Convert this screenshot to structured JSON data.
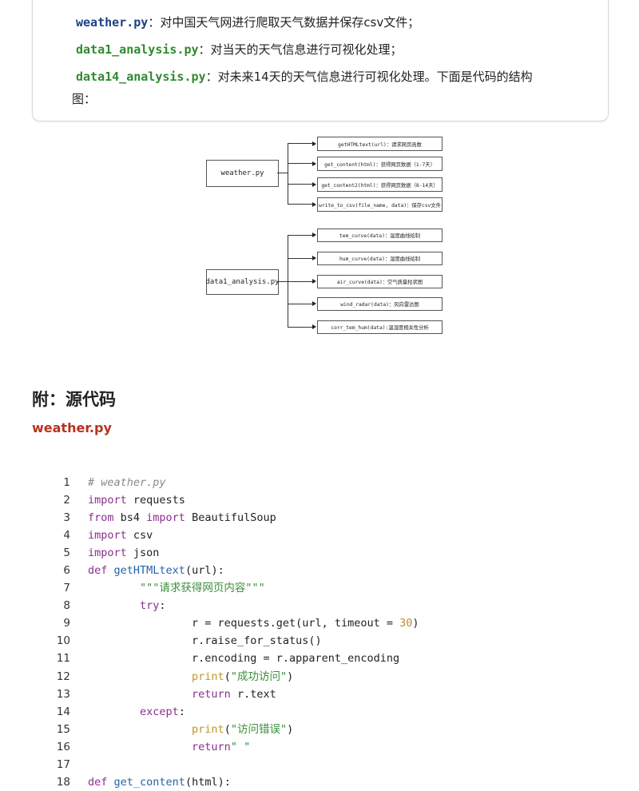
{
  "intro": {
    "items": [
      {
        "file": "weather.py",
        "text": "：对中国天气网进行爬取天气数据并保存csv文件；",
        "color": "#1f3f86"
      },
      {
        "file": "data1_analysis.py",
        "text": "：对当天的天气信息进行可视化处理；",
        "color": "#2f8a2f"
      },
      {
        "file": "data14_analysis.py",
        "text": "：对未来14天的天气信息进行可视化处理。下面是代码的结构",
        "color": "#2f8a2f"
      }
    ],
    "continuation": "图："
  },
  "diagram": {
    "groups": [
      {
        "root": "weather.py",
        "children": [
          "getHTMLtext(url)：请求网页函数",
          "get_content(html)：获得网页数据（1-7天）",
          "get_content2(html)：获得网页数据（8-14天）",
          "write_to_csv(file_name, data)：保存csv文件"
        ]
      },
      {
        "root": "data1_analysis.py",
        "children": [
          "tem_curve(data)：温度曲线绘制",
          "hum_curve(data)：湿度曲线绘制",
          "air_curve(data)：空气质量柱状图",
          "wind_radar(data)：风向雷达图",
          "corr_tem_hum(data):温湿度相关性分析"
        ]
      }
    ]
  },
  "section": {
    "heading": "附：源代码",
    "filename": "weather.py"
  },
  "code": {
    "lines": [
      {
        "n": "1",
        "tokens": [
          [
            "# weather.py",
            "com"
          ]
        ]
      },
      {
        "n": "2",
        "tokens": [
          [
            "import",
            "kw"
          ],
          [
            " requests",
            "p"
          ]
        ]
      },
      {
        "n": "3",
        "tokens": [
          [
            "from",
            "kw"
          ],
          [
            " bs4 ",
            "p"
          ],
          [
            "import",
            "kw"
          ],
          [
            " BeautifulSoup",
            "p"
          ]
        ]
      },
      {
        "n": "4",
        "tokens": [
          [
            "import",
            "kw"
          ],
          [
            " csv",
            "p"
          ]
        ]
      },
      {
        "n": "5",
        "tokens": [
          [
            "import",
            "kw"
          ],
          [
            " json",
            "p"
          ]
        ]
      },
      {
        "n": "6",
        "tokens": [
          [
            "def",
            "kw"
          ],
          [
            " ",
            "p"
          ],
          [
            "getHTMLtext",
            "fn"
          ],
          [
            "(url):",
            "p"
          ]
        ]
      },
      {
        "n": "7",
        "tokens": [
          [
            "        ",
            "p"
          ],
          [
            "\"\"\"请求获得网页内容\"\"\"",
            "str"
          ]
        ]
      },
      {
        "n": "8",
        "tokens": [
          [
            "        ",
            "p"
          ],
          [
            "try",
            "kw"
          ],
          [
            ":",
            "p"
          ]
        ]
      },
      {
        "n": "9",
        "tokens": [
          [
            "                r = requests.get(url, timeout = ",
            "p"
          ],
          [
            "30",
            "num"
          ],
          [
            ")",
            "p"
          ]
        ]
      },
      {
        "n": "10",
        "tokens": [
          [
            "                r.raise_for_status()",
            "p"
          ]
        ]
      },
      {
        "n": "11",
        "tokens": [
          [
            "                r.encoding = r.apparent_encoding",
            "p"
          ]
        ]
      },
      {
        "n": "12",
        "tokens": [
          [
            "                ",
            "p"
          ],
          [
            "print",
            "bi"
          ],
          [
            "(",
            "p"
          ],
          [
            "\"成功访问\"",
            "str"
          ],
          [
            ")",
            "p"
          ]
        ]
      },
      {
        "n": "13",
        "tokens": [
          [
            "                ",
            "p"
          ],
          [
            "return",
            "kw"
          ],
          [
            " r.text",
            "p"
          ]
        ]
      },
      {
        "n": "14",
        "tokens": [
          [
            "        ",
            "p"
          ],
          [
            "except",
            "kw"
          ],
          [
            ":",
            "p"
          ]
        ]
      },
      {
        "n": "15",
        "tokens": [
          [
            "                ",
            "p"
          ],
          [
            "print",
            "bi"
          ],
          [
            "(",
            "p"
          ],
          [
            "\"访问错误\"",
            "str"
          ],
          [
            ")",
            "p"
          ]
        ]
      },
      {
        "n": "16",
        "tokens": [
          [
            "                ",
            "p"
          ],
          [
            "return",
            "kw"
          ],
          [
            "\" \"",
            "str"
          ]
        ]
      },
      {
        "n": "17",
        "tokens": []
      },
      {
        "n": "18",
        "tokens": [
          [
            "def",
            "kw"
          ],
          [
            " ",
            "p"
          ],
          [
            "get_content",
            "fn"
          ],
          [
            "(html):",
            "p"
          ]
        ]
      }
    ]
  }
}
